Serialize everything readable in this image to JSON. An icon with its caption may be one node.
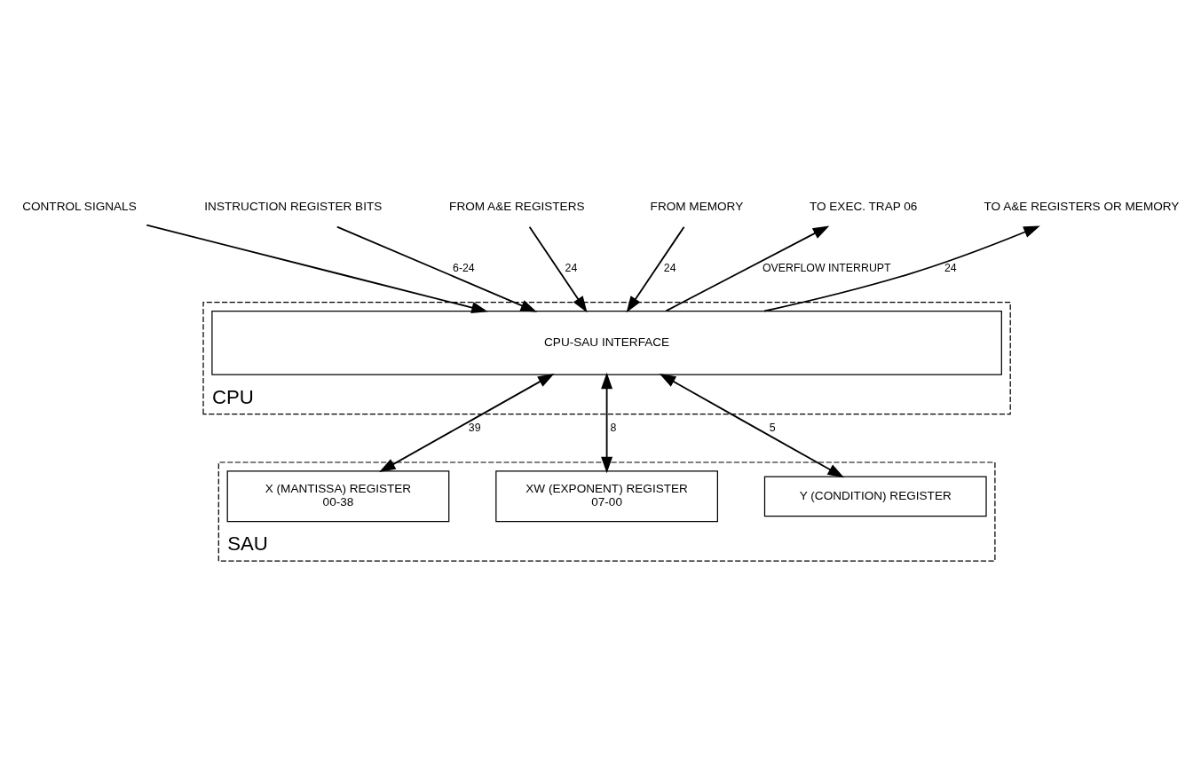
{
  "diagram": {
    "nodes": [
      {
        "text": [
          "CPU"
        ]
      },
      {
        "text": [
          "CONTROL SIGNALS"
        ]
      },
      {
        "text": [
          "INSTRUCTION REGISTER BITS"
        ]
      },
      {
        "text": [
          "FROM A&E REGISTERS"
        ]
      },
      {
        "text": [
          "FROM MEMORY"
        ]
      },
      {
        "text": [
          "TO EXEC. TRAP 06"
        ]
      },
      {
        "text": [
          "TO A&E REGISTERS OR MEMORY"
        ]
      },
      {
        "text": [
          "CPU-SAU INTERFACE"
        ],
        "in": 0
      },
      {
        "text": [
          "SAU"
        ]
      },
      {
        "text": [
          "X (MANTISSA) REGISTER",
          "00-38"
        ],
        "in": 8
      },
      {
        "text": [
          "XW (EXPONENT) REGISTER",
          "07-00"
        ],
        "in": 8
      },
      {
        "text": [
          "Y (CONDITION) REGISTER"
        ],
        "in": 8
      }
    ],
    "edges": [
      {
        "from": 1,
        "to": 7,
        "arrow": "to"
      },
      {
        "from": 2,
        "to": 7,
        "arrow": "to",
        "label": "6-24"
      },
      {
        "from": 3,
        "to": 7,
        "arrow": "to",
        "label": "24"
      },
      {
        "from": 4,
        "to": 7,
        "arrow": "to",
        "label": "24"
      },
      {
        "from": 7,
        "to": 5,
        "arrow": "to",
        "label": "OVERFLOW INTERRUPT"
      },
      {
        "from": 7,
        "to": 6,
        "arrow": "to",
        "label": "24"
      },
      {
        "from": 7,
        "to": 9,
        "arrow": "both",
        "label": "39"
      },
      {
        "from": 7,
        "to": 10,
        "arrow": "both",
        "label": "8"
      },
      {
        "from": 7,
        "to": 11,
        "arrow": "both",
        "label": "5"
      }
    ]
  }
}
